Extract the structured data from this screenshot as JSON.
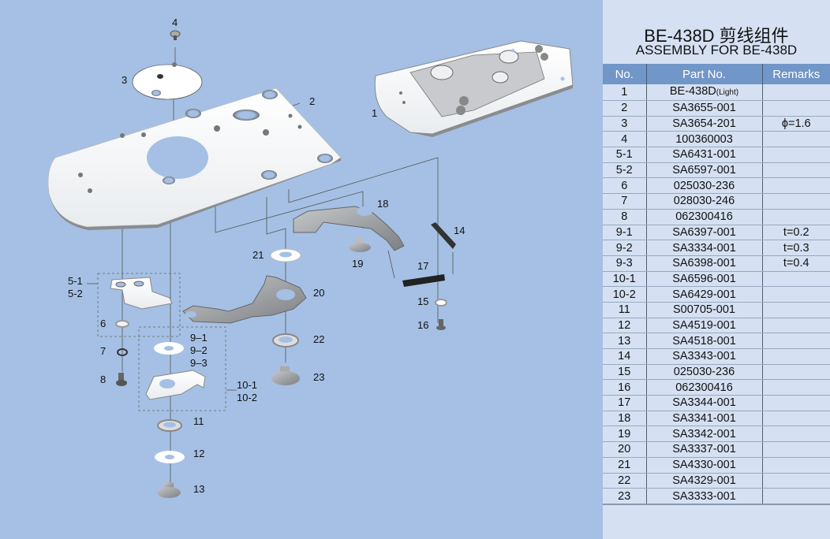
{
  "header": {
    "title_cn": "BE-438D 剪线组件",
    "title_en": "ASSEMBLY FOR BE-438D"
  },
  "table": {
    "columns": [
      "No.",
      "Part No.",
      "Remarks"
    ],
    "rows": [
      {
        "no": "1",
        "part": "BE-438D",
        "part_suffix": "(Light)",
        "remarks": ""
      },
      {
        "no": "2",
        "part": "SA3655-001",
        "remarks": ""
      },
      {
        "no": "3",
        "part": "SA3654-201",
        "remarks": "ϕ=1.6"
      },
      {
        "no": "4",
        "part": "100360003",
        "remarks": ""
      },
      {
        "no": "5-1",
        "part": "SA6431-001",
        "remarks": ""
      },
      {
        "no": "5-2",
        "part": "SA6597-001",
        "remarks": ""
      },
      {
        "no": "6",
        "part": "025030-236",
        "remarks": ""
      },
      {
        "no": "7",
        "part": "028030-246",
        "remarks": ""
      },
      {
        "no": "8",
        "part": "062300416",
        "remarks": ""
      },
      {
        "no": "9-1",
        "part": "SA6397-001",
        "remarks": "t=0.2"
      },
      {
        "no": "9-2",
        "part": "SA3334-001",
        "remarks": "t=0.3"
      },
      {
        "no": "9-3",
        "part": "SA6398-001",
        "remarks": "t=0.4"
      },
      {
        "no": "10-1",
        "part": "SA6596-001",
        "remarks": ""
      },
      {
        "no": "10-2",
        "part": "SA6429-001",
        "remarks": ""
      },
      {
        "no": "11",
        "part": "S00705-001",
        "remarks": ""
      },
      {
        "no": "12",
        "part": "SA4519-001",
        "remarks": ""
      },
      {
        "no": "13",
        "part": "SA4518-001",
        "remarks": ""
      },
      {
        "no": "14",
        "part": "SA3343-001",
        "remarks": ""
      },
      {
        "no": "15",
        "part": "025030-236",
        "remarks": ""
      },
      {
        "no": "16",
        "part": "062300416",
        "remarks": ""
      },
      {
        "no": "17",
        "part": "SA3344-001",
        "remarks": ""
      },
      {
        "no": "18",
        "part": "SA3341-001",
        "remarks": ""
      },
      {
        "no": "19",
        "part": "SA3342-001",
        "remarks": ""
      },
      {
        "no": "20",
        "part": "SA3337-001",
        "remarks": ""
      },
      {
        "no": "21",
        "part": "SA4330-001",
        "remarks": ""
      },
      {
        "no": "22",
        "part": "SA4329-001",
        "remarks": ""
      },
      {
        "no": "23",
        "part": "SA3333-001",
        "remarks": ""
      }
    ]
  },
  "callouts": {
    "c1": "1",
    "c2": "2",
    "c3": "3",
    "c4": "4",
    "c5": "5-1\n5-2",
    "c6": "6",
    "c7": "7",
    "c8": "8",
    "c9": "9–1\n9–2\n9–3",
    "c10": "10-1\n10-2",
    "c11": "11",
    "c12": "12",
    "c13": "13",
    "c14": "14",
    "c15": "15",
    "c16": "16",
    "c17": "17",
    "c18": "18",
    "c19": "19",
    "c20": "20",
    "c21": "21",
    "c22": "22",
    "c23": "23"
  },
  "colors": {
    "diagram_bg": "#a5c0e4",
    "panel_bg": "#d5e1f2",
    "header_bg": "#7196c8"
  }
}
